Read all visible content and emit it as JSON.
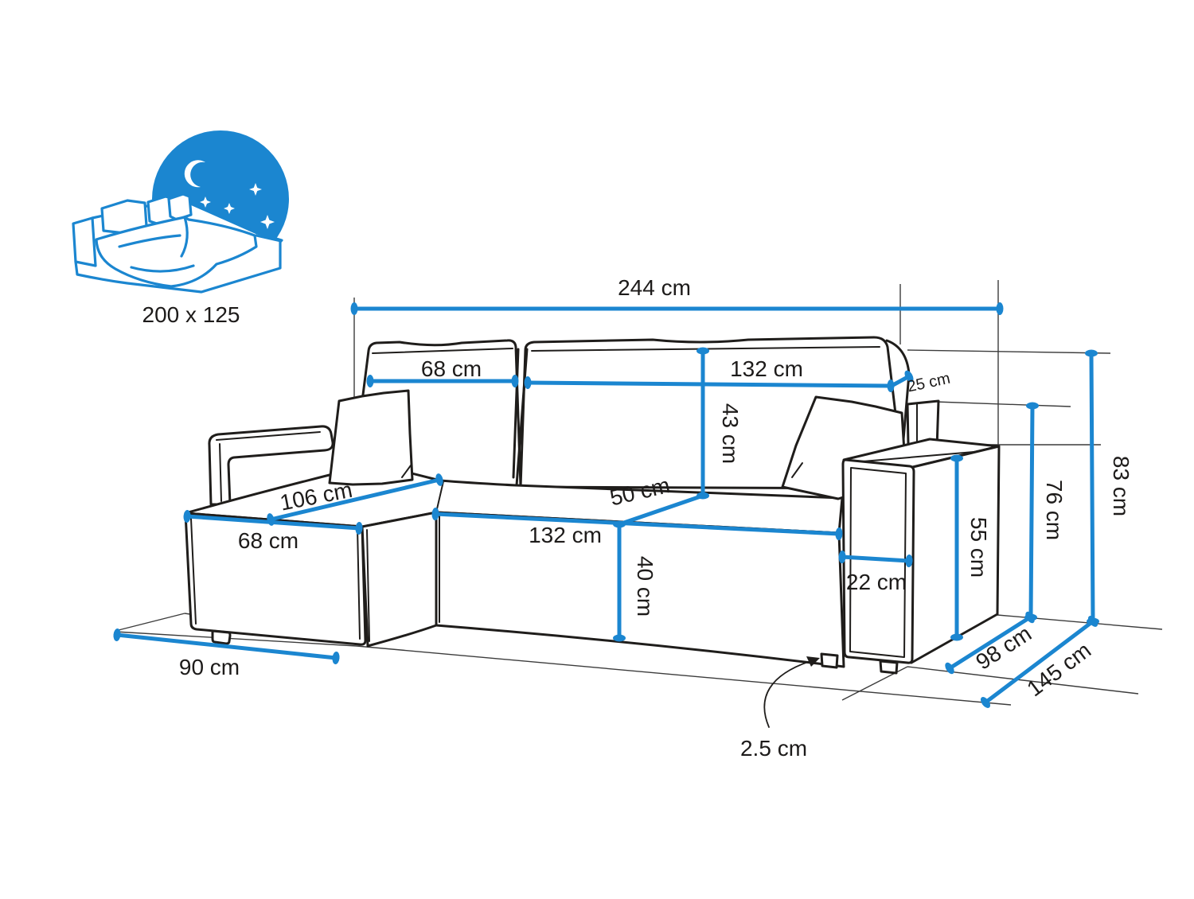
{
  "icon": {
    "type": "sleeping-function",
    "bed_size_label": "200 x 125"
  },
  "dims": {
    "total_width": "244 cm",
    "backrest_left_width": "68 cm",
    "backrest_right_width": "132 cm",
    "backrest_depth": "25 cm",
    "backrest_height": "43 cm",
    "seat_depth": "50 cm",
    "chaise_length": "106 cm",
    "chaise_width": "68 cm",
    "seat_front_width": "132 cm",
    "seat_height": "40 cm",
    "armrest_width": "22 cm",
    "armrest_height": "55 cm",
    "arm_total_height": "76 cm",
    "total_height": "83 cm",
    "chaise_floor_depth": "90 cm",
    "base_depth": "98 cm",
    "total_depth": "145 cm",
    "leg_height": "2.5 cm"
  },
  "colors": {
    "accent": "#1b86d0",
    "outline": "#1f1d1b"
  }
}
